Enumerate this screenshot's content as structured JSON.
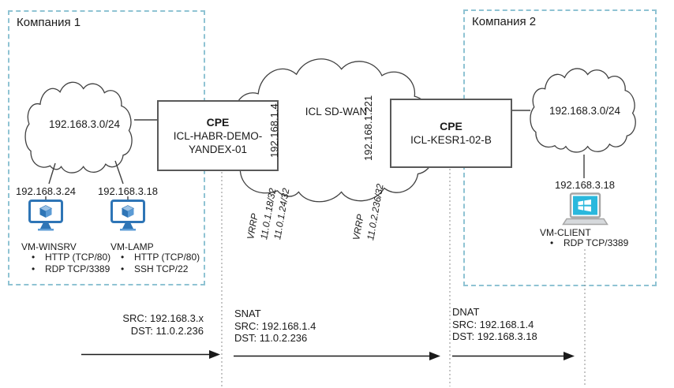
{
  "company1": {
    "title": "Компания 1",
    "cloud_label": "192.168.3.0/24",
    "vms": [
      {
        "ip": "192.168.3.24",
        "name": "VM-WINSRV",
        "services": [
          "HTTP (TCP/80)",
          "RDP TCP/3389"
        ]
      },
      {
        "ip": "192.168.3.18",
        "name": "VM-LAMP",
        "services": [
          "HTTP (TCP/80)",
          "SSH TCP/22"
        ]
      }
    ]
  },
  "company2": {
    "title": "Компания 2",
    "cloud_label": "192.168.3.0/24",
    "client": {
      "ip": "192.168.3.18",
      "name": "VM-CLIENT",
      "services": [
        "RDP TCP/3389"
      ]
    }
  },
  "wan": {
    "label": "ICL SD-WAN"
  },
  "cpe_left": {
    "title": "CPE",
    "name_line1": "ICL-HABR-DEMO-",
    "name_line2": "YANDEX-01",
    "wan_ip": "192.168.1.4",
    "vrrp_label": "VRRP",
    "vrrp_ips": [
      "11.0.1.18/32",
      "11.0.1.24/32"
    ]
  },
  "cpe_right": {
    "title": "CPE",
    "name": "ICL-KESR1-02-B",
    "wan_ip": "192.168.1.221",
    "vrrp_label": "VRRP",
    "vrrp_ips": [
      "11.0.2.236/32"
    ]
  },
  "flows": {
    "pre": {
      "lines": [
        "SRC: 192.168.3.x",
        "DST: 11.0.2.236"
      ]
    },
    "snat": {
      "title": "SNAT",
      "lines": [
        "SRC: 192.168.1.4",
        "DST: 11.0.2.236"
      ]
    },
    "dnat": {
      "title": "DNAT",
      "lines": [
        "SRC: 192.168.1.4",
        "DST: 192.168.3.18"
      ]
    }
  },
  "icons": {
    "vm": "vm-monitor-icon",
    "client": "windows-laptop-icon",
    "cloud": "network-cloud"
  },
  "colors": {
    "company_border": "#8fc3d3",
    "box_border": "#595959",
    "line": "#404040",
    "vm_blue": "#2e75b6",
    "vm_blue_mid": "#5b9bd5",
    "vm_blue_light": "#9dc3e6",
    "laptop_screen": "#2ab8dd",
    "laptop_body": "#d6d9dc"
  }
}
